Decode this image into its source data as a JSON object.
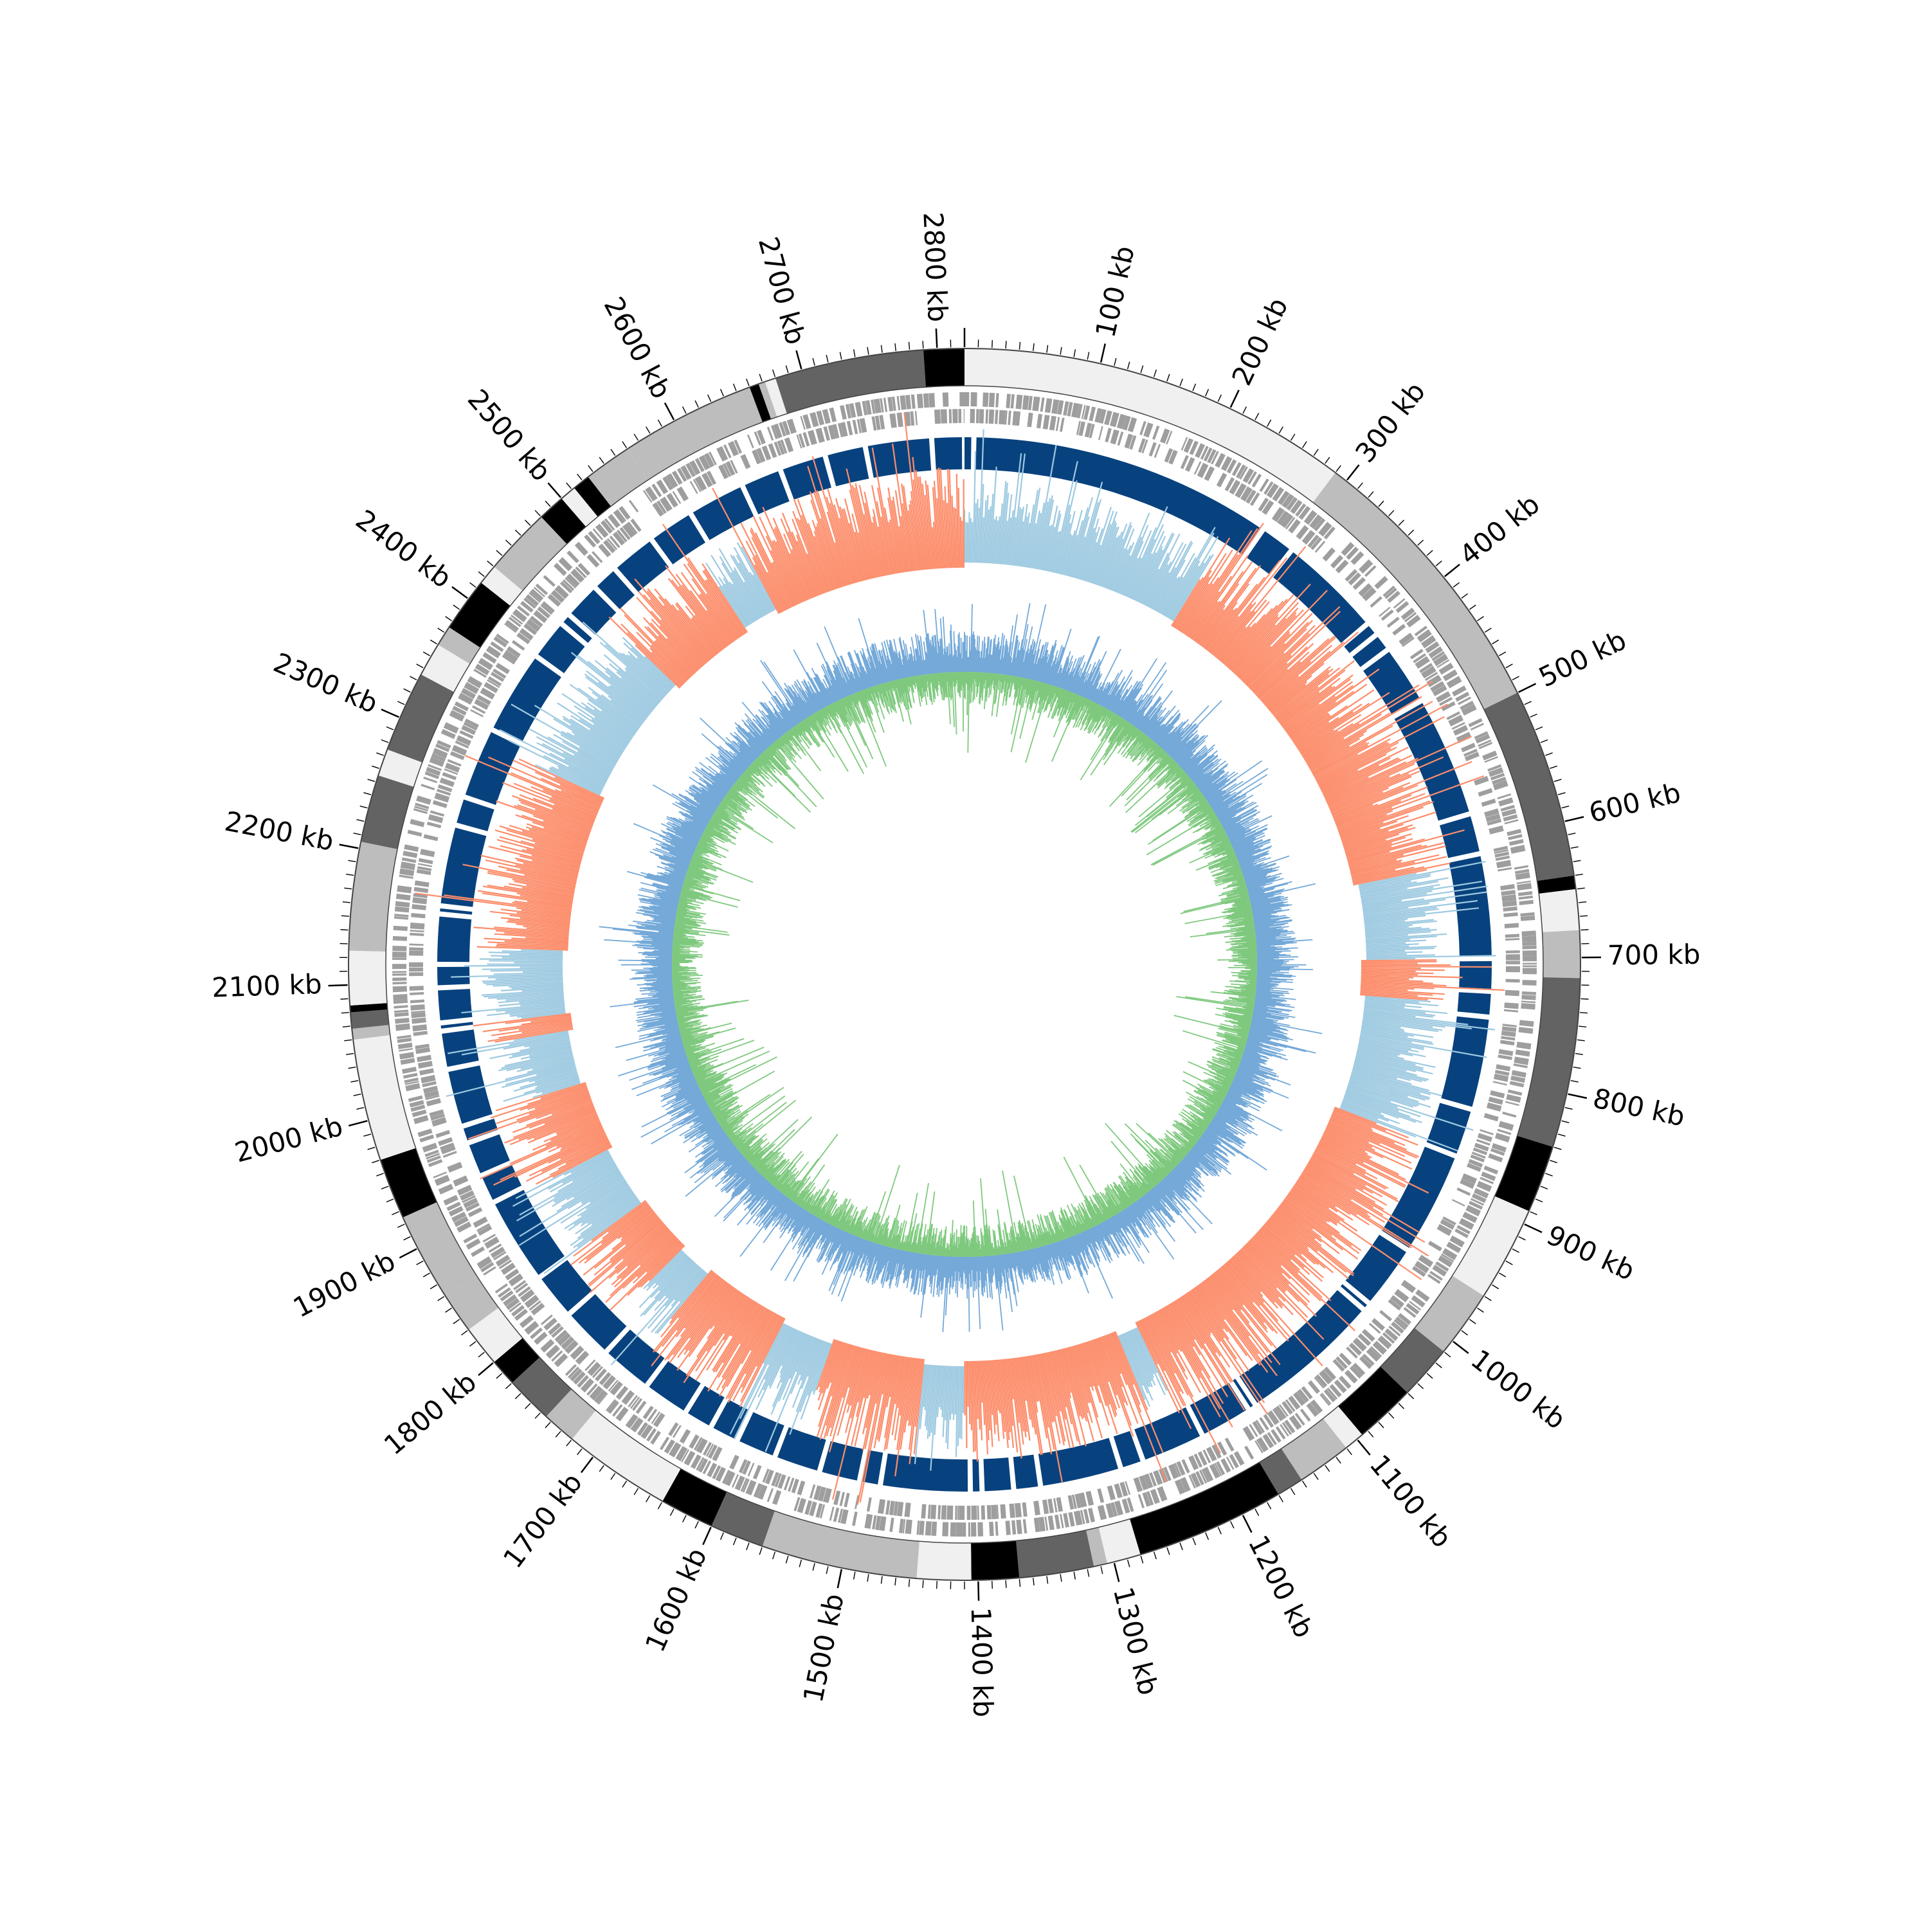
{
  "genome": {
    "length_kb": 2820,
    "tick_labels": [
      "100 kb",
      "200 kb",
      "300 kb",
      "400 kb",
      "500 kb",
      "600 kb",
      "700 kb",
      "800 kb",
      "900 kb",
      "1000 kb",
      "1100 kb",
      "1200 kb",
      "1300 kb",
      "1400 kb",
      "1500 kb",
      "1600 kb",
      "1700 kb",
      "1800 kb",
      "1900 kb",
      "2000 kb",
      "2100 kb",
      "2200 kb",
      "2300 kb",
      "2400 kb",
      "2500 kb",
      "2600 kb",
      "2700 kb",
      "2800 kb"
    ],
    "tick_positions_kb": [
      100,
      200,
      300,
      400,
      500,
      600,
      700,
      800,
      900,
      1000,
      1100,
      1200,
      1300,
      1400,
      1500,
      1600,
      1700,
      1800,
      1900,
      2000,
      2100,
      2200,
      2300,
      2400,
      2500,
      2600,
      2700,
      2800
    ]
  },
  "colors": {
    "band_light": "#f0f0f0",
    "band_mid": "#bdbdbd",
    "band_dark": "#636363",
    "band_black": "#000000",
    "gene_gray": "#9e9e9e",
    "contig_blue": "#08427e",
    "gc_pos": "#9ecae1",
    "gc_neg": "#fc8d6b",
    "skew_a": "#74a9d8",
    "skew_b": "#7fc97f"
  },
  "chart_data": {
    "type": "circular-genome",
    "bands_kb": [
      [
        0,
        290,
        "light"
      ],
      [
        290,
        500,
        "mid"
      ],
      [
        500,
        640,
        "dark"
      ],
      [
        640,
        650,
        "black"
      ],
      [
        650,
        680,
        "light"
      ],
      [
        680,
        715,
        "mid"
      ],
      [
        715,
        840,
        "dark"
      ],
      [
        840,
        890,
        "black"
      ],
      [
        890,
        960,
        "light"
      ],
      [
        960,
        1010,
        "mid"
      ],
      [
        1010,
        1050,
        "dark"
      ],
      [
        1050,
        1095,
        "black"
      ],
      [
        1095,
        1110,
        "light"
      ],
      [
        1110,
        1150,
        "mid"
      ],
      [
        1150,
        1170,
        "dark"
      ],
      [
        1170,
        1280,
        "black"
      ],
      [
        1280,
        1305,
        "light"
      ],
      [
        1305,
        1315,
        "mid"
      ],
      [
        1315,
        1370,
        "dark"
      ],
      [
        1370,
        1405,
        "black"
      ],
      [
        1405,
        1445,
        "light"
      ],
      [
        1445,
        1560,
        "mid"
      ],
      [
        1560,
        1600,
        "dark"
      ],
      [
        1600,
        1640,
        "black"
      ],
      [
        1640,
        1720,
        "light"
      ],
      [
        1720,
        1745,
        "mid"
      ],
      [
        1745,
        1780,
        "dark"
      ],
      [
        1780,
        1800,
        "black"
      ],
      [
        1800,
        1830,
        "light"
      ],
      [
        1830,
        1860,
        "mid"
      ],
      [
        1860,
        1925,
        "mid"
      ],
      [
        1925,
        1970,
        "black"
      ],
      [
        1970,
        2060,
        "light"
      ],
      [
        2060,
        2068,
        "mid"
      ],
      [
        2068,
        2080,
        "dark"
      ],
      [
        2080,
        2085,
        "black"
      ],
      [
        2085,
        2125,
        "light"
      ],
      [
        2125,
        2205,
        "mid"
      ],
      [
        2205,
        2255,
        "dark"
      ],
      [
        2255,
        2275,
        "light"
      ],
      [
        2275,
        2335,
        "dark"
      ],
      [
        2335,
        2360,
        "light"
      ],
      [
        2360,
        2375,
        "mid"
      ],
      [
        2375,
        2415,
        "black"
      ],
      [
        2415,
        2430,
        "light"
      ],
      [
        2430,
        2480,
        "mid"
      ],
      [
        2480,
        2500,
        "black"
      ],
      [
        2500,
        2512,
        "light"
      ],
      [
        2512,
        2525,
        "black"
      ],
      [
        2525,
        2560,
        "mid"
      ],
      [
        2560,
        2660,
        "mid"
      ],
      [
        2660,
        2667,
        "black"
      ],
      [
        2667,
        2672,
        "mid"
      ],
      [
        2672,
        2680,
        "light"
      ],
      [
        2680,
        2790,
        "dark"
      ],
      [
        2790,
        2820,
        "black"
      ]
    ],
    "contig_gaps_kb": [
      8,
      270,
      300,
      390,
      402,
      418,
      470,
      575,
      610,
      700,
      728,
      750,
      830,
      872,
      962,
      1018,
      1025,
      1148,
      1155,
      1200,
      1255,
      1275,
      1345,
      1368,
      1395,
      1405,
      1482,
      1500,
      1535,
      1575,
      1610,
      1635,
      1660,
      1700,
      1745,
      1790,
      1830,
      1905,
      1930,
      1960,
      1975,
      2025,
      2058,
      2065,
      2095,
      2115,
      2158,
      2165,
      2235,
      2260,
      2322,
      2395,
      2430,
      2440,
      2472,
      2495,
      2535,
      2575,
      2625,
      2660,
      2700,
      2735,
      2792
    ]
  }
}
